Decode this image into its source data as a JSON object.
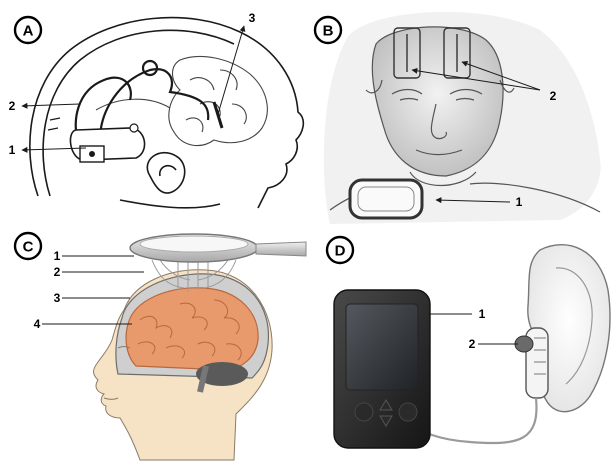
{
  "panels": {
    "A": {
      "letter": "A",
      "labels": {
        "l1": "1",
        "l2": "2",
        "l3": "3"
      }
    },
    "B": {
      "letter": "B",
      "labels": {
        "l1": "1",
        "l2": "2"
      }
    },
    "C": {
      "letter": "C",
      "labels": {
        "l1": "1",
        "l2": "2",
        "l3": "3",
        "l4": "4"
      }
    },
    "D": {
      "letter": "D",
      "labels": {
        "l1": "1",
        "l2": "2"
      }
    }
  },
  "colors": {
    "ink": "#1a1a1a",
    "brain": "#e89a6c",
    "brain_dark": "#c8734a",
    "skin": "#f6e2c4",
    "skull": "#c9c9c9",
    "device": "#2b2b2b",
    "screen": "#3a3d42"
  }
}
